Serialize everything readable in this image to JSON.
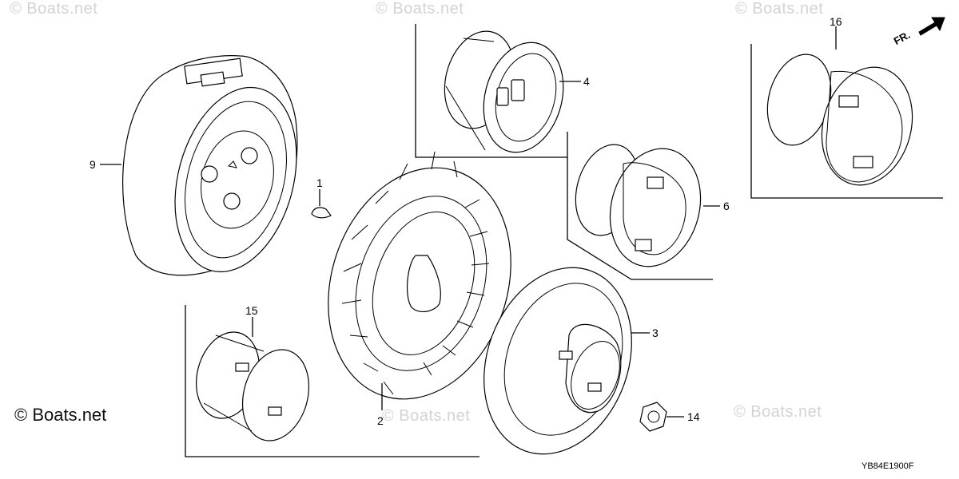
{
  "callouts": {
    "p1": "1",
    "p2": "2",
    "p3": "3",
    "p4": "4",
    "p6": "6",
    "p9": "9",
    "p14": "14",
    "p15": "15",
    "p16": "16"
  },
  "direction_label": "FR.",
  "watermark": "© Boats.net",
  "diagram_code": "YB84E1900F"
}
